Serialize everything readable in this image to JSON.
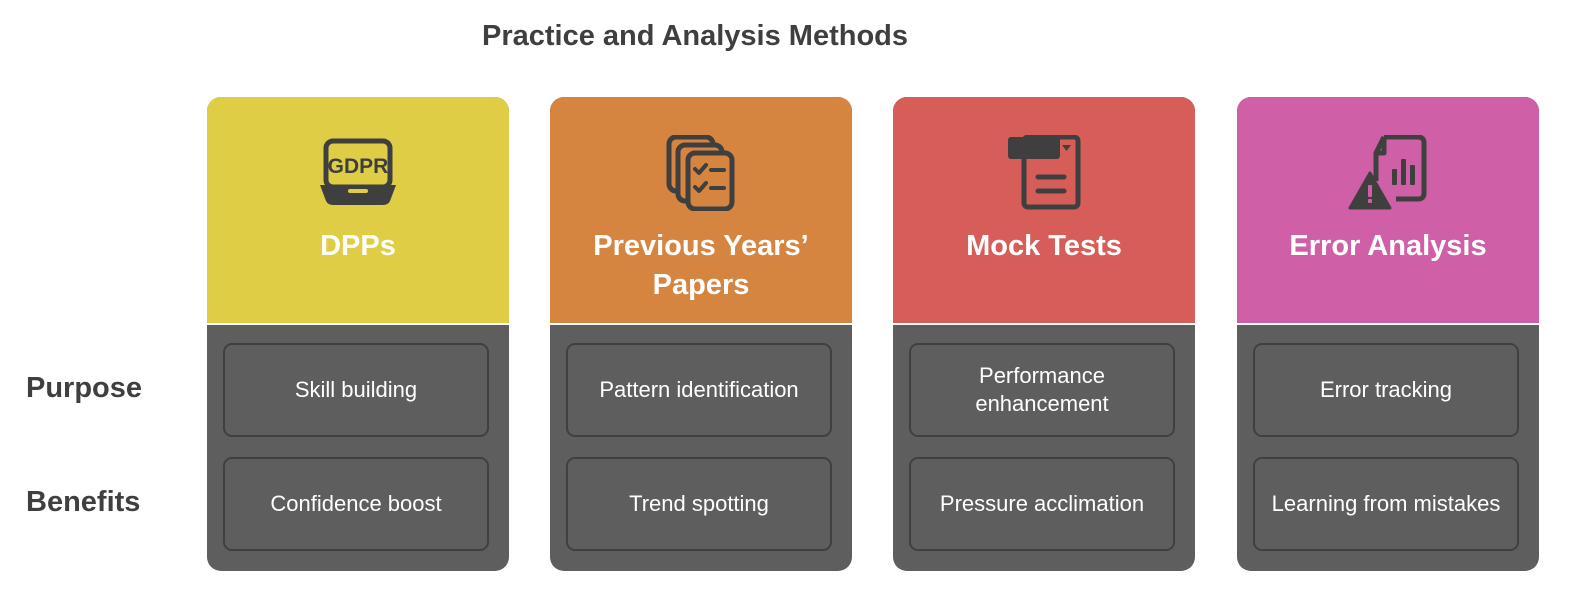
{
  "title": "Practice and Analysis Methods",
  "rows": [
    "Purpose",
    "Benefits"
  ],
  "columns": [
    {
      "title": "DPPs",
      "color": "#dfcd45",
      "icon": "gdpr-laptop-icon",
      "purpose": "Skill building",
      "benefits": "Confidence boost"
    },
    {
      "title": "Previous Years’ Papers",
      "color": "#d68540",
      "icon": "stacked-checklist-documents-icon",
      "purpose": "Pattern identification",
      "benefits": "Trend spotting"
    },
    {
      "title": "Mock Tests",
      "color": "#d65d58",
      "icon": "test-document-icon",
      "purpose": "Performance enhancement",
      "benefits": "Pressure acclimation"
    },
    {
      "title": "Error Analysis",
      "color": "#cf5fa6",
      "icon": "report-warning-icon",
      "purpose": "Error tracking",
      "benefits": "Learning from mistakes"
    }
  ]
}
